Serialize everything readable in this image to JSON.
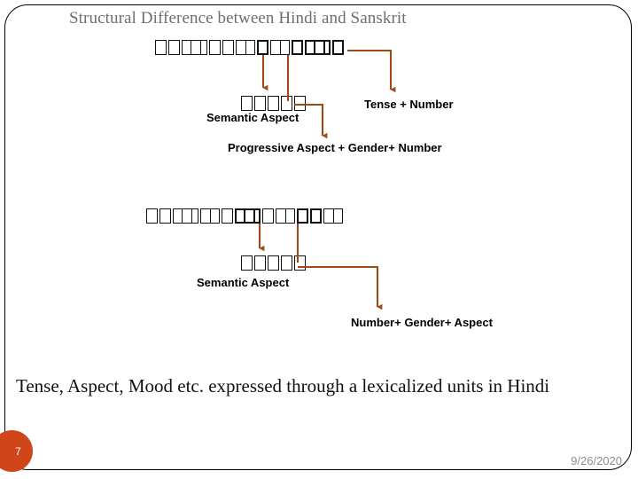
{
  "slide": {
    "title": "Structural Difference between Hindi and Sanskrit",
    "summary": "Tense, Aspect, Mood etc. expressed through a lexicalized units in Hindi",
    "slide_number": "7",
    "date": "9/26/2020",
    "accent_color": "#d1451b",
    "connector_color": "#9c4a1a",
    "title_color": "#6e6e6e",
    "frame_color": "#000000"
  },
  "diagram_top": {
    "source_row_name": "hindi-verb-phrase-glyphs",
    "source_glyph_count": 13,
    "derived_row_name": "hindi-root-glyphs",
    "derived_glyph_count": 5,
    "labels": {
      "semantic_aspect": "Semantic Aspect",
      "tense_number": "Tense + Number",
      "progressive": "Progressive Aspect + Gender+ Number"
    }
  },
  "diagram_bottom": {
    "source_row_name": "sanskrit-verb-phrase-glyphs",
    "source_glyph_count": 14,
    "derived_row_name": "sanskrit-root-glyphs",
    "derived_glyph_count": 5,
    "labels": {
      "semantic_aspect": "Semantic Aspect",
      "number_gender_aspect": "Number+ Gender+ Aspect"
    }
  },
  "icons": {
    "slide_number_badge": "circle-badge",
    "arrow_head": "arrow-down-icon"
  }
}
